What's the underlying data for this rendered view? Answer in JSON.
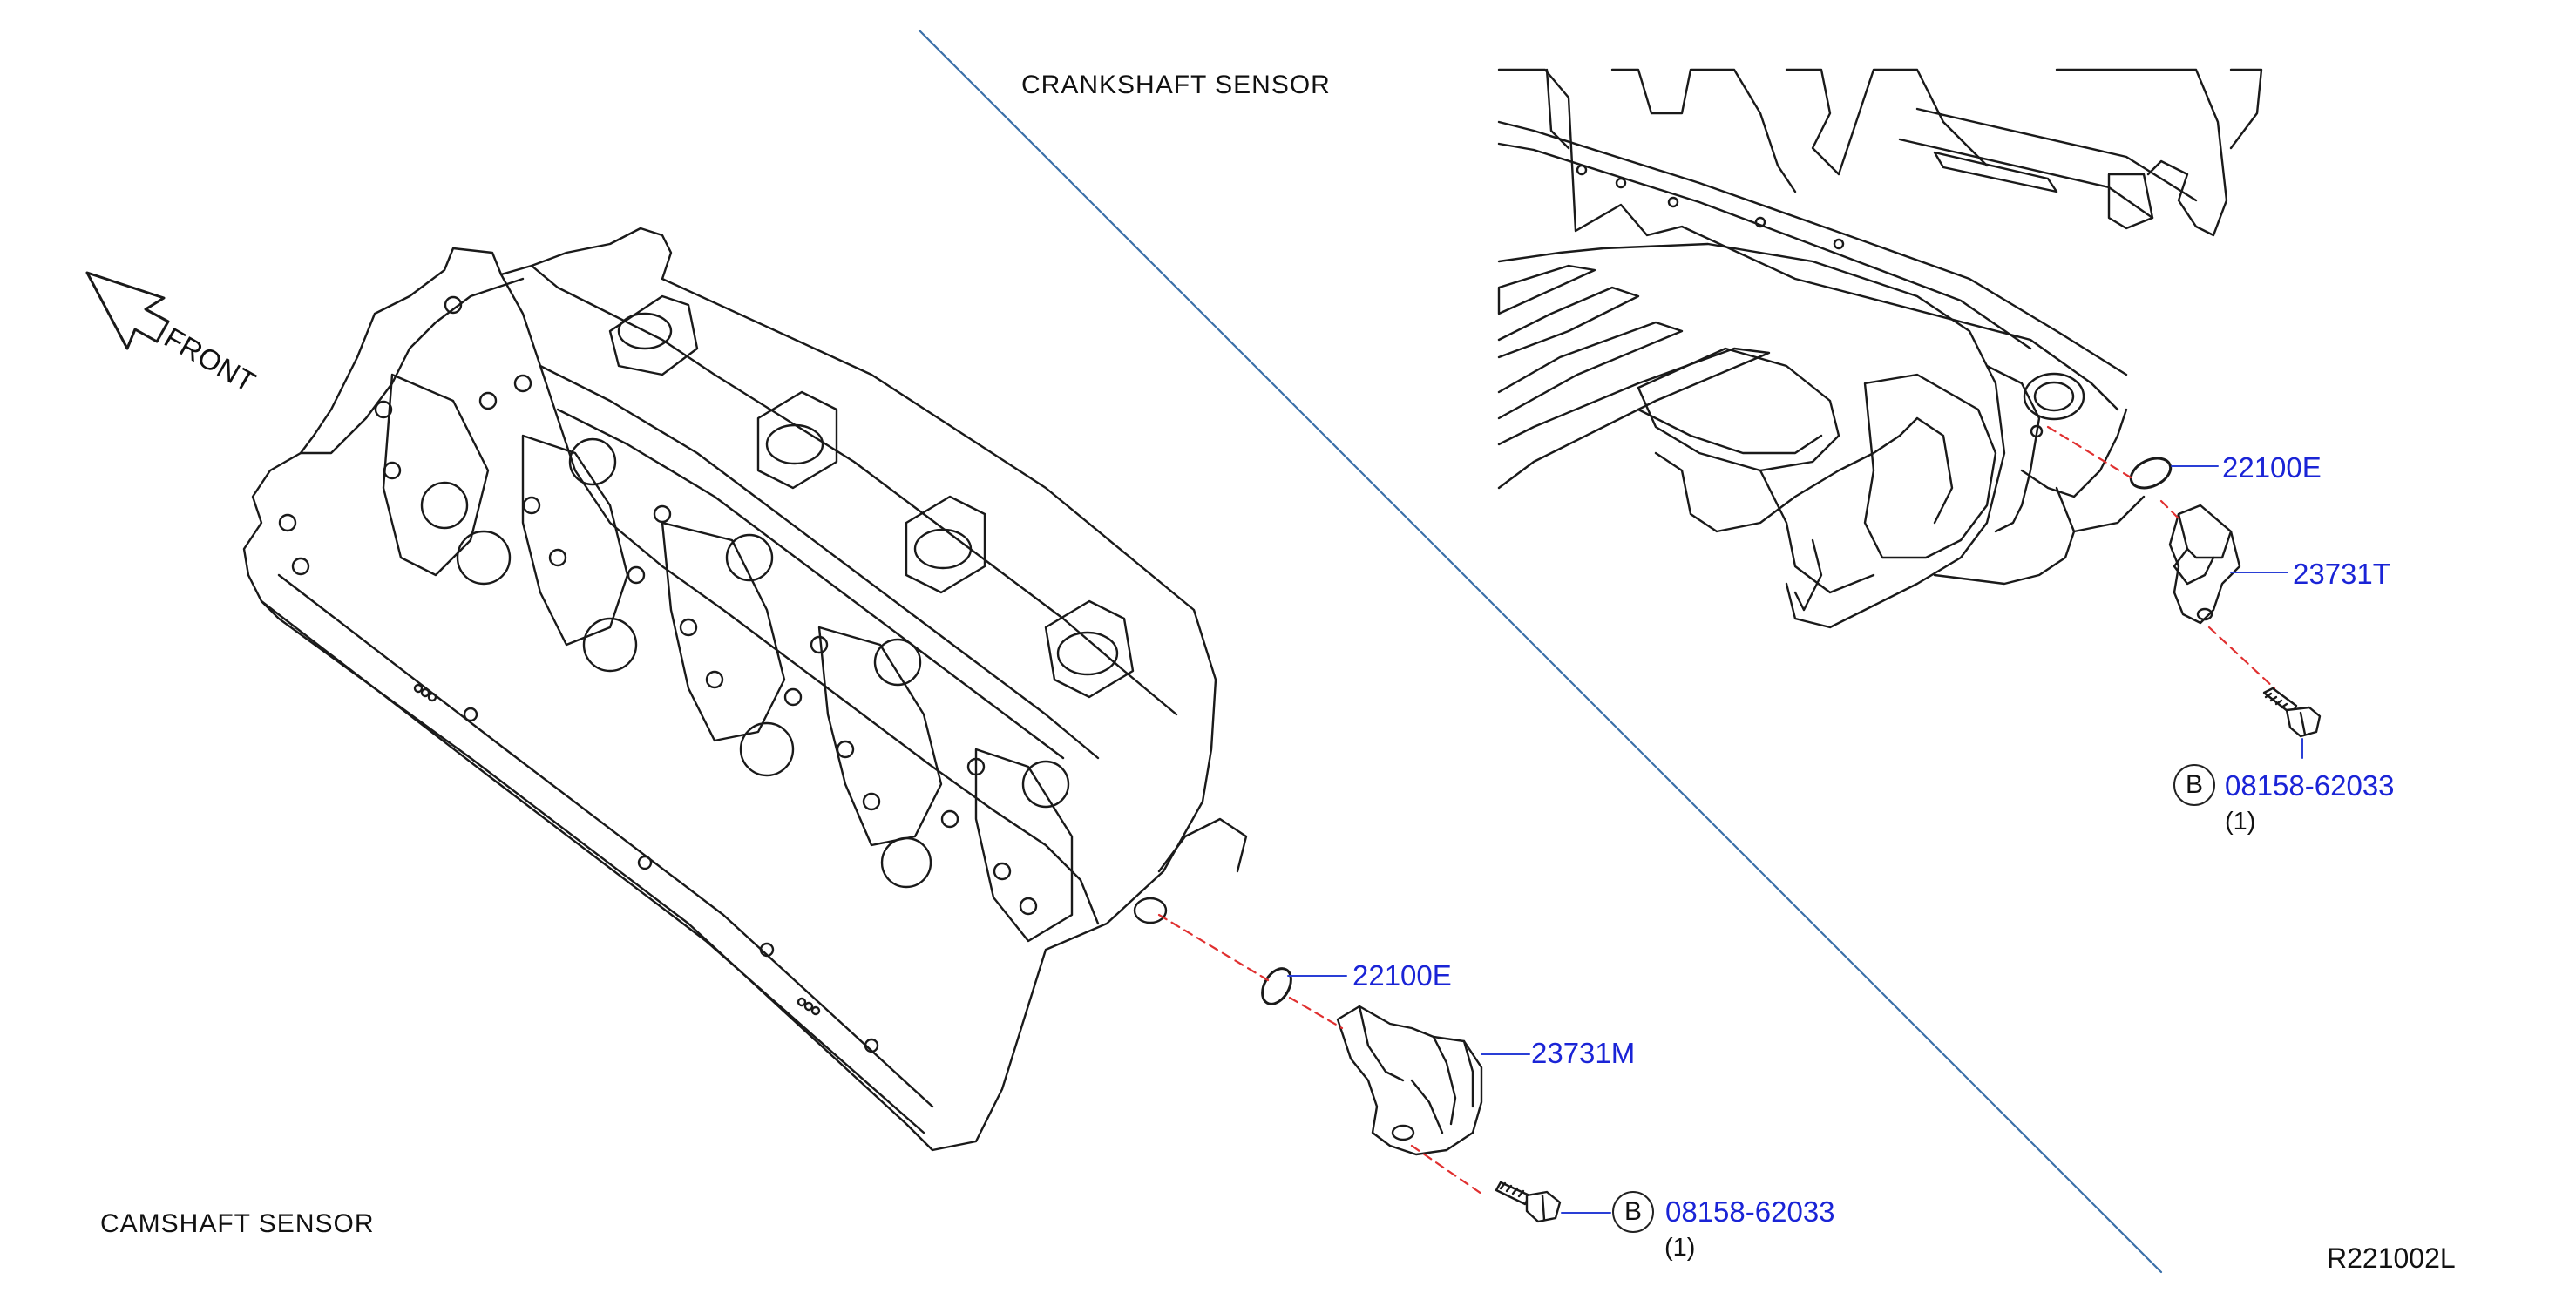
{
  "sections": {
    "crank": "CRANKSHAFT SENSOR",
    "cam": "CAMSHAFT SENSOR"
  },
  "front_label": "FRONT",
  "parts": {
    "crank_oring": "22100E",
    "crank_sensor": "23731T",
    "crank_bolt": "08158-62033",
    "crank_bolt_qty": "(1)",
    "cam_oring": "22100E",
    "cam_sensor": "23731M",
    "cam_bolt": "08158-62033",
    "cam_bolt_qty": "(1)"
  },
  "callout_letter": "B",
  "figure_ref": "R221002L",
  "colors": {
    "part_number": "#1a24d6",
    "divider": "#3a6fa8",
    "leader_dash": "#e03030",
    "linework": "#1a1a1a"
  }
}
